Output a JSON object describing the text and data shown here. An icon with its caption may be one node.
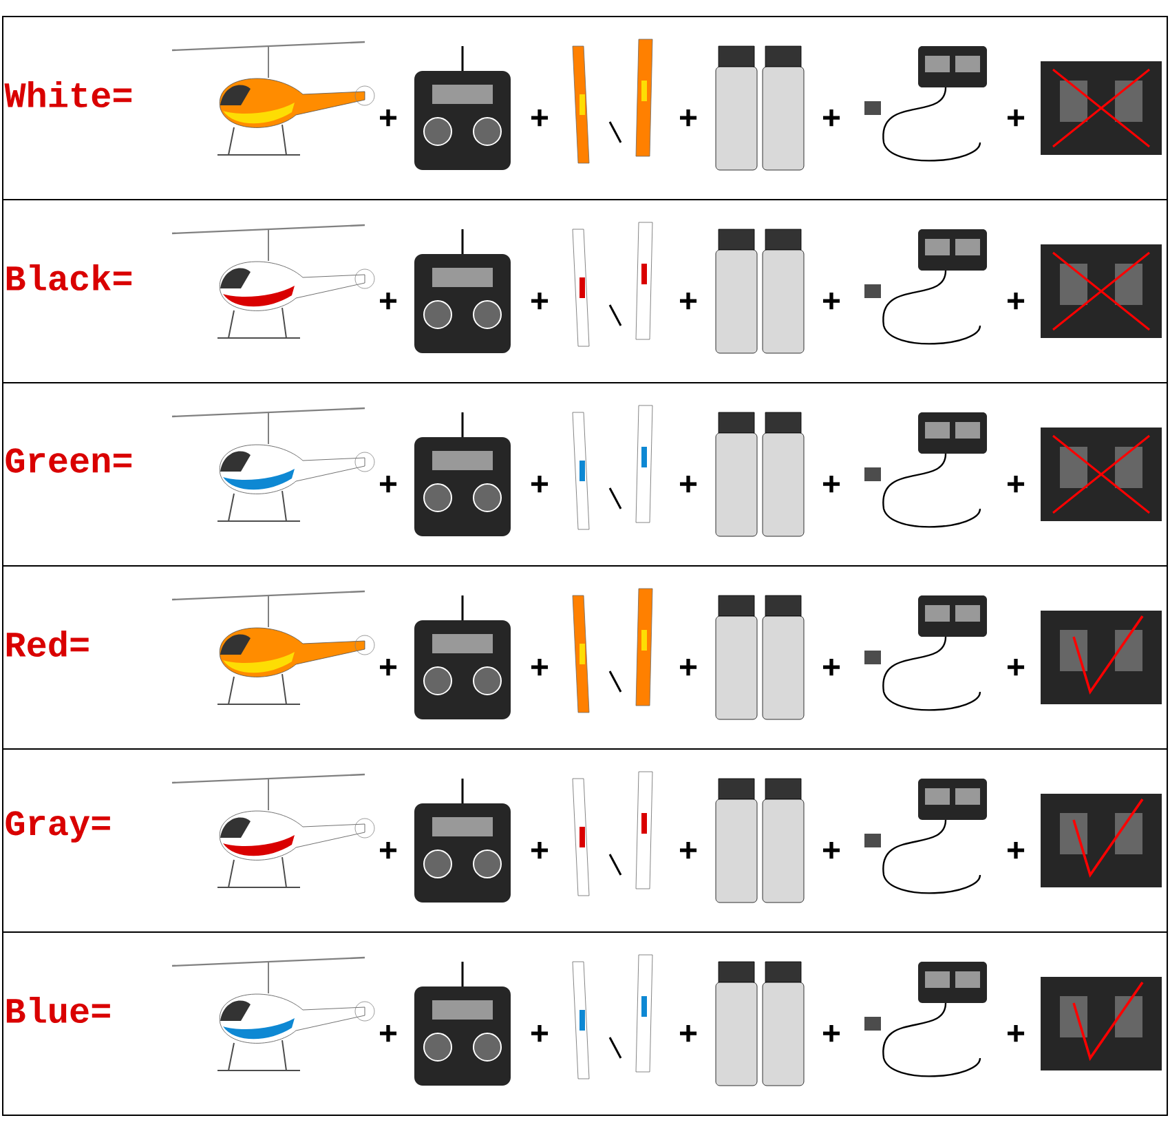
{
  "diagram": {
    "nodes": [
      {
        "text": [
          "White=",
          "+",
          "+",
          "+",
          "+",
          "+"
        ]
      },
      {
        "text": [
          "Black=",
          "+",
          "+",
          "+",
          "+",
          "+"
        ]
      },
      {
        "text": [
          "Green=",
          "+",
          "+",
          "+",
          "+",
          "+"
        ]
      },
      {
        "text": [
          "Red=",
          "+",
          "+",
          "+",
          "+",
          "+"
        ]
      },
      {
        "text": [
          "Gray=",
          "+",
          "+",
          "+",
          "+",
          "+"
        ]
      },
      {
        "text": [
          "Blue=",
          "+",
          "+",
          "+",
          "+",
          "+"
        ]
      }
    ]
  }
}
